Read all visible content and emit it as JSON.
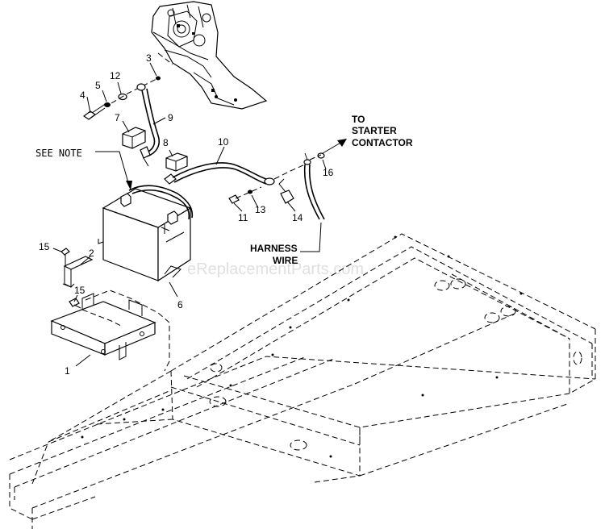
{
  "callouts": {
    "c1": "1",
    "c2": "2",
    "c3": "3",
    "c4": "4",
    "c5": "5",
    "c6": "6",
    "c7": "7",
    "c8": "8",
    "c9": "9",
    "c10": "10",
    "c11": "11",
    "c12": "12",
    "c13": "13",
    "c14": "14",
    "c15a": "15",
    "c15b": "15",
    "c16": "16"
  },
  "labels": {
    "see_note": "SEE NOTE",
    "to_line1": "TO",
    "to_line2": "STARTER",
    "to_line3": "CONTACTOR",
    "harness_line1": "HARNESS",
    "harness_line2": "WIRE"
  },
  "watermark": "eReplacementParts.com"
}
